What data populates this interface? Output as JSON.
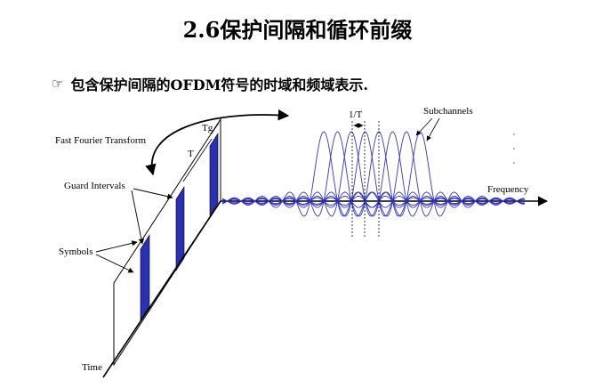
{
  "title": "2.6保护间隔和循环前缀",
  "bullet": {
    "icon": "pointing-hand-icon",
    "text": "包含保护间隔的OFDM符号的时域和频域表示."
  },
  "diagram": {
    "labels": {
      "fft": "Fast Fourier Transform",
      "guard_intervals": "Guard Intervals",
      "symbols": "Symbols",
      "time": "Time",
      "tg": "Tg",
      "t": "T",
      "one_over_t": "1/T",
      "subchannels": "Subchannels",
      "frequency": "Frequency"
    },
    "colors": {
      "symbol_bar": "#2a2fb3",
      "subcarrier": "#3535c8",
      "axis": "#000000"
    }
  }
}
